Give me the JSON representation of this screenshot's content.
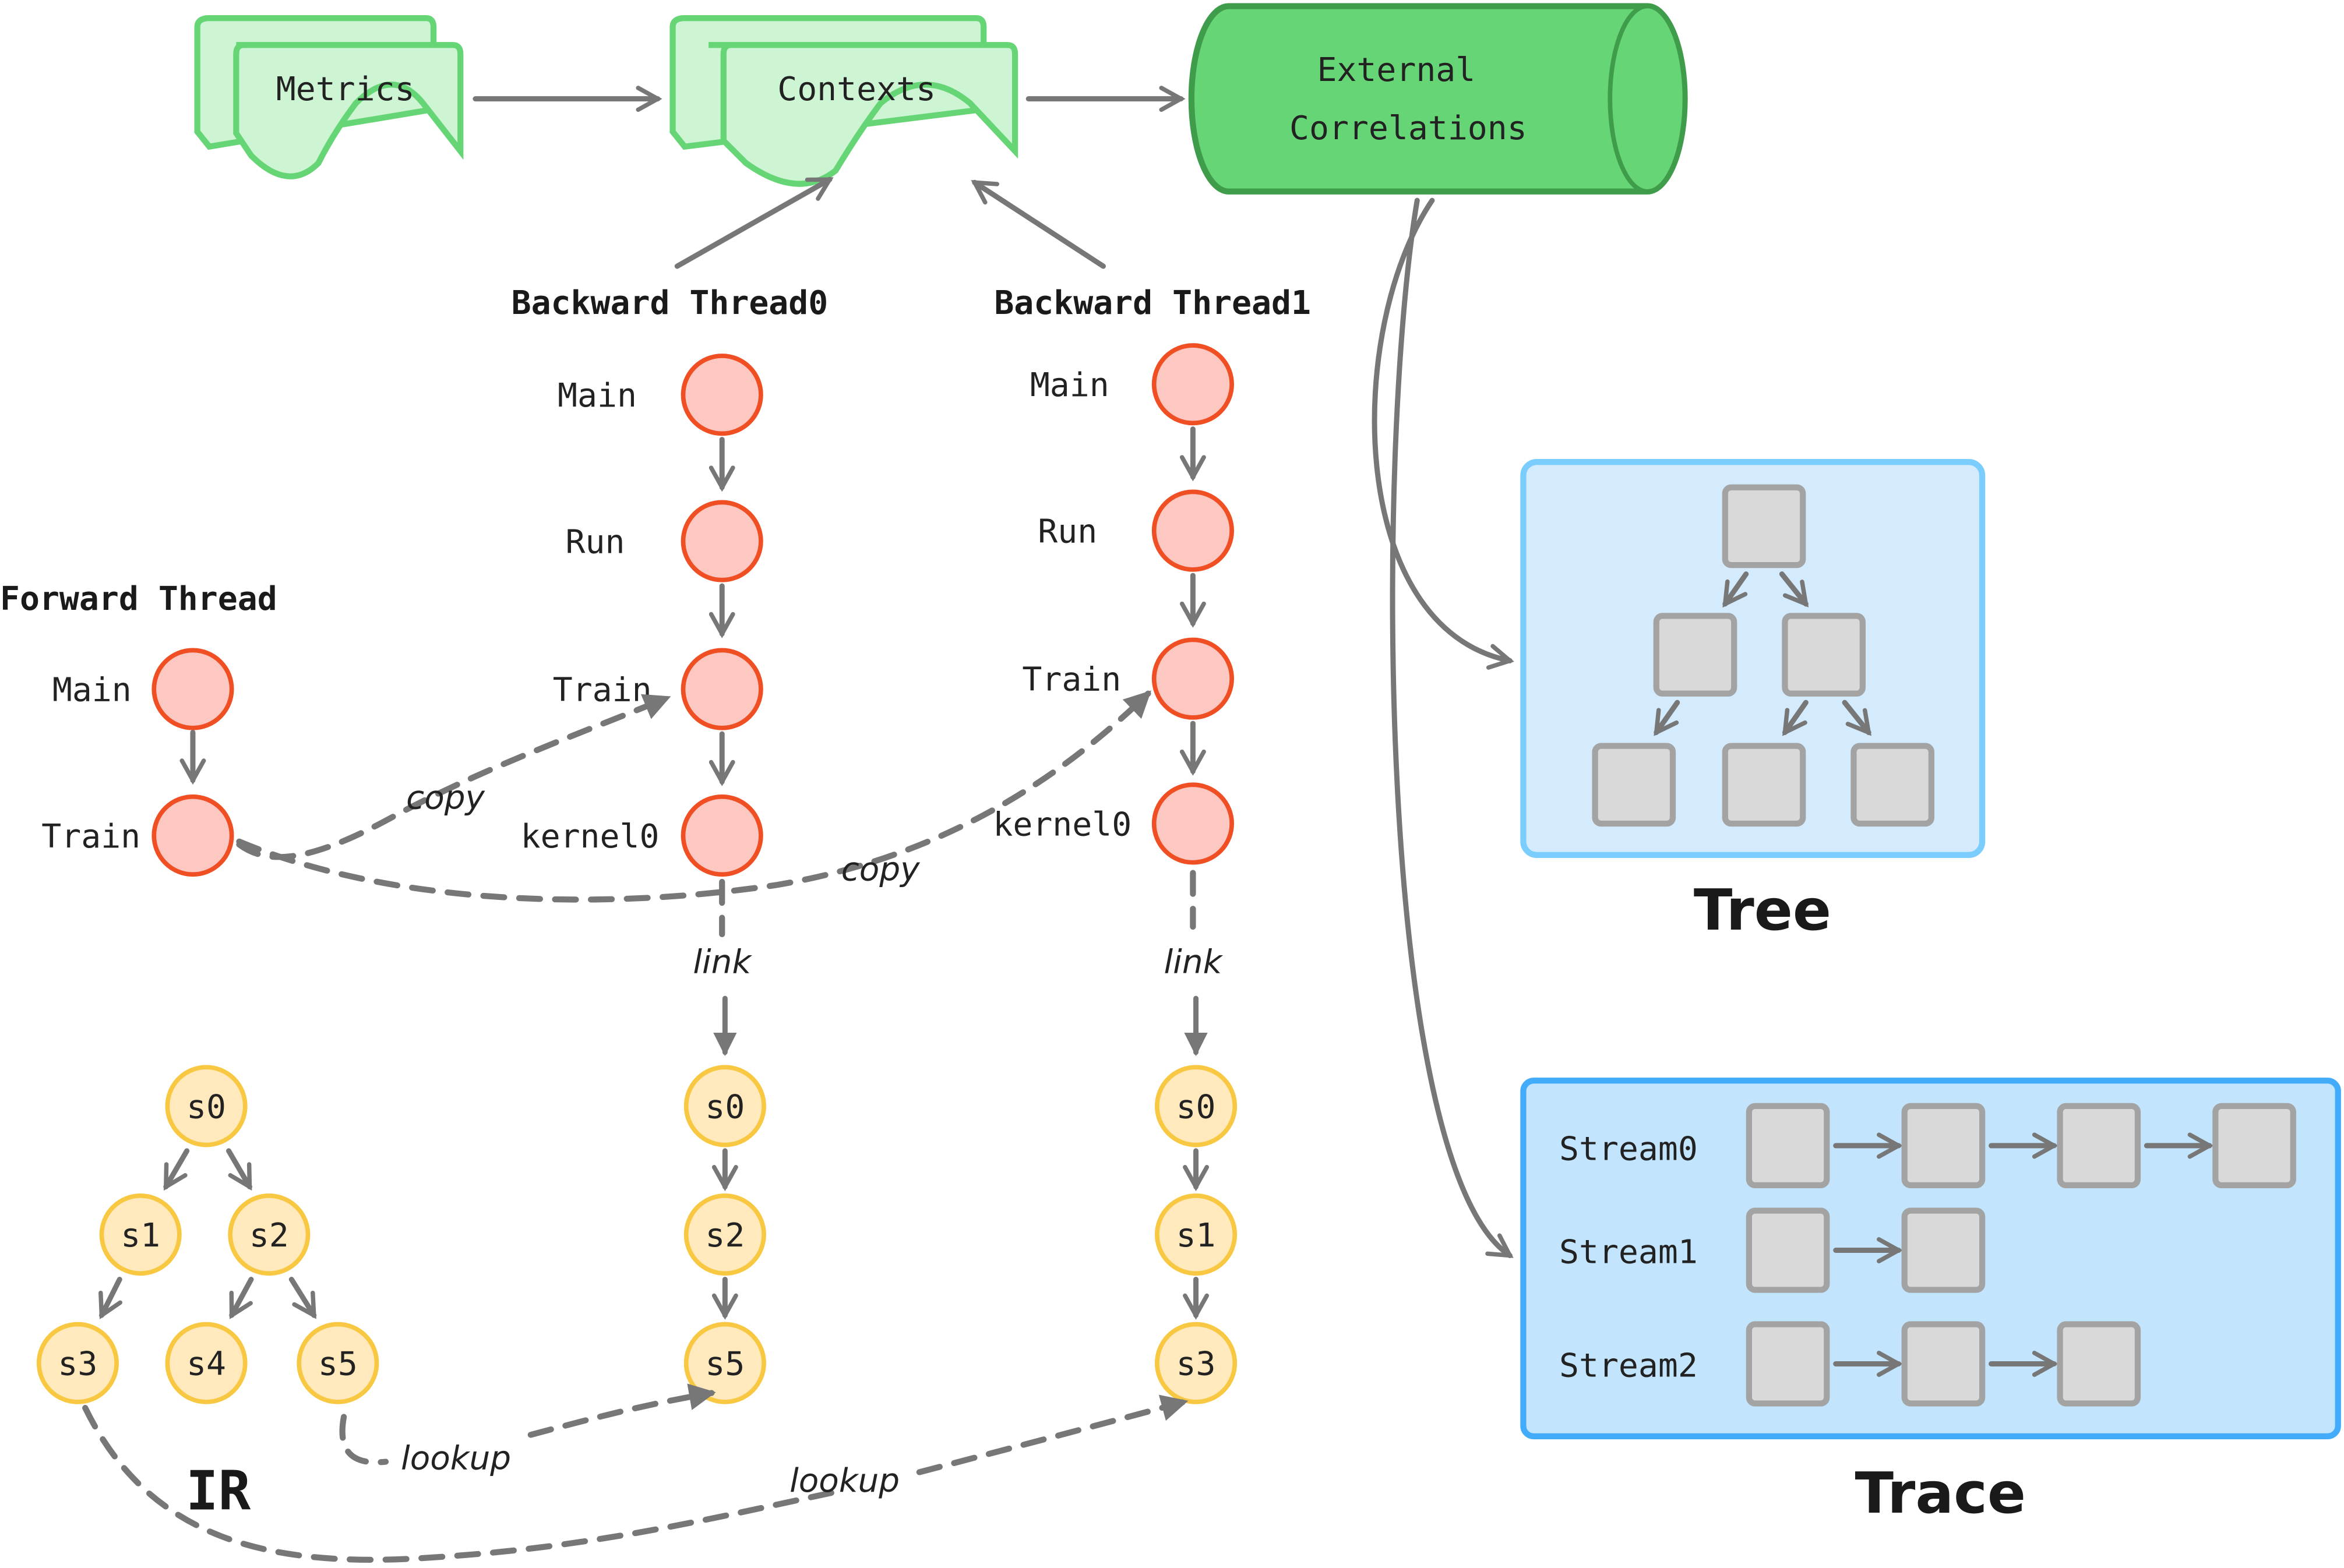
{
  "top": {
    "metrics": "Metrics",
    "contexts": "Contexts",
    "external_line1": "External",
    "external_line2": "Correlations"
  },
  "forward": {
    "title": "Forward Thread",
    "nodes": [
      "Main",
      "Train"
    ]
  },
  "backward0": {
    "title": "Backward Thread0",
    "nodes": [
      "Main",
      "Run",
      "Train",
      "kernel0"
    ],
    "link": "link",
    "ir_nodes": [
      "s0",
      "s2",
      "s5"
    ]
  },
  "backward1": {
    "title": "Backward Thread1",
    "nodes": [
      "Main",
      "Run",
      "Train",
      "kernel0"
    ],
    "link": "link",
    "ir_nodes": [
      "s0",
      "s1",
      "s3"
    ]
  },
  "edges": {
    "copy1": "copy",
    "copy2": "copy",
    "lookup1": "lookup",
    "lookup2": "lookup"
  },
  "ir": {
    "title": "IR",
    "nodes": [
      "s0",
      "s1",
      "s2",
      "s3",
      "s4",
      "s5"
    ]
  },
  "tree": {
    "title": "Tree"
  },
  "trace": {
    "title": "Trace",
    "streams": [
      "Stream0",
      "Stream1",
      "Stream2"
    ],
    "stream_counts": [
      4,
      2,
      3
    ]
  },
  "colors": {
    "green_fill": "#cdf5d4",
    "green_stroke": "#66d575",
    "cylinder_fill": "#66d575",
    "cylinder_stroke": "#3f9c4b",
    "red_node": "#fdc7c2",
    "red_stroke": "#f04e23",
    "yellow_node": "#ffe9bd",
    "yellow_stroke": "#f9c842",
    "tree_bg": "#d3ebfd",
    "tree_border": "#7acdfc",
    "trace_bg": "#c2e4fd",
    "trace_border": "#42acfb"
  }
}
